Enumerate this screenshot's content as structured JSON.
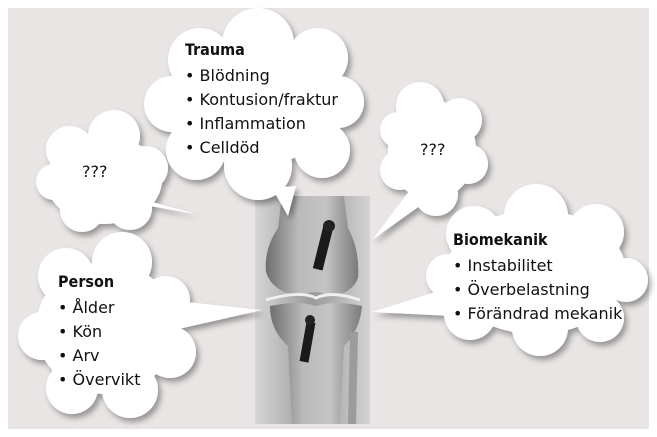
{
  "colors": {
    "panel_background": "#e8e5e4",
    "cloud_fill": "#ffffff",
    "text": "#111111"
  },
  "clouds": {
    "trauma": {
      "title": "Trauma",
      "items": [
        "Blödning",
        "Kontusion/fraktur",
        "Inflammation",
        "Celldöd"
      ]
    },
    "unknown_left": {
      "text": "???"
    },
    "unknown_right": {
      "text": "???"
    },
    "person": {
      "title": "Person",
      "items": [
        "Ålder",
        "Kön",
        "Arv",
        "Övervikt"
      ]
    },
    "biomekanik": {
      "title": "Biomekanik",
      "items": [
        "Instabilitet",
        "Överbelastning",
        "Förändrad mekanik"
      ]
    }
  },
  "image": {
    "icon": "knee-xray"
  }
}
